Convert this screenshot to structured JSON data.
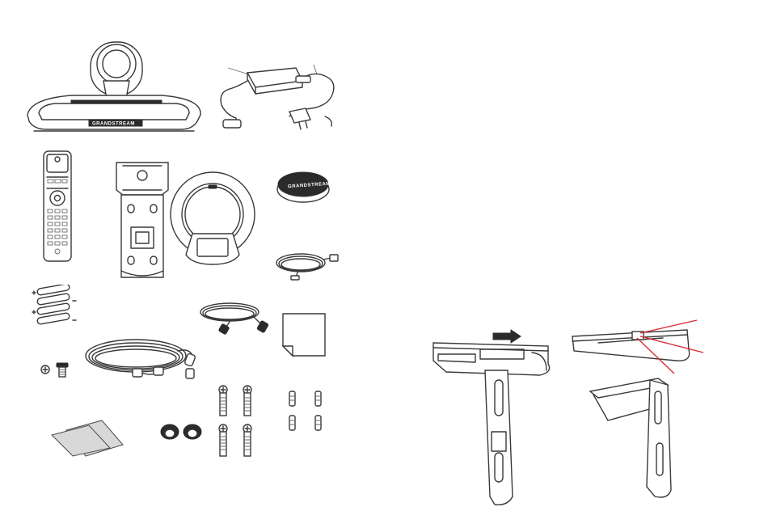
{
  "brand_text": "GRANDSTREAM",
  "colors": {
    "line": "#3a3a3a",
    "accent_lines": "#d9262f",
    "background": "#ffffff"
  },
  "items": [
    {
      "id": "camera-base",
      "icon": "video-conference-camera"
    },
    {
      "id": "power-adapter",
      "icon": "power-adapter-icon"
    },
    {
      "id": "remote-control",
      "icon": "remote-control-icon"
    },
    {
      "id": "wall-mount-bracket",
      "icon": "bracket-icon"
    },
    {
      "id": "speaker-microphone",
      "icon": "speaker-icon"
    },
    {
      "id": "mic-cap",
      "icon": "cap-icon"
    },
    {
      "id": "network-cable",
      "icon": "cable-icon"
    },
    {
      "id": "batteries",
      "icon": "battery-icon"
    },
    {
      "id": "hdmi-cable",
      "icon": "hdmi-cable-icon"
    },
    {
      "id": "quick-start-sheet",
      "icon": "document-icon"
    },
    {
      "id": "screws-small",
      "icon": "screw-icon"
    },
    {
      "id": "long-cable",
      "icon": "cable-icon"
    },
    {
      "id": "long-screws",
      "icon": "screw-icon"
    },
    {
      "id": "anchors",
      "icon": "anchor-icon"
    },
    {
      "id": "manual-pads",
      "icon": "pad-icon"
    },
    {
      "id": "rubber-feet",
      "icon": "foot-icon"
    },
    {
      "id": "bracket-assembly-slide",
      "icon": "bracket-slide-icon"
    },
    {
      "id": "bracket-assembly-lock",
      "icon": "bracket-lock-icon"
    }
  ]
}
